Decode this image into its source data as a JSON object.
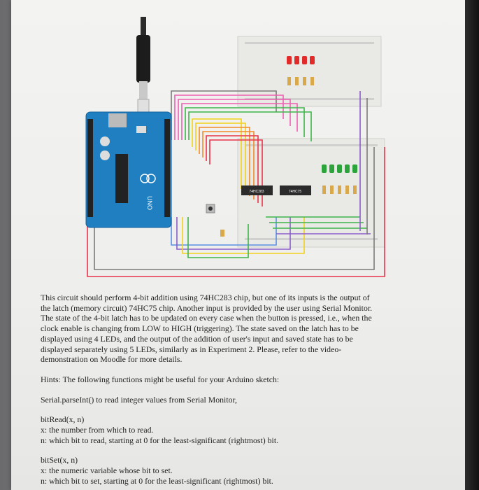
{
  "figure": {
    "chip1_label": "74HC283",
    "chip2_label": "74HC75",
    "board_label": "UNO",
    "colors": {
      "arduino": "#1f7fc1",
      "breadboard": "#e9e9e6",
      "red_wire": "#e8344a",
      "orange_wire": "#f28c28",
      "yellow_wire": "#f3d21c",
      "green_wire": "#3fb54a",
      "pink_wire": "#ee5fb1",
      "purple_wire": "#8a5cc8",
      "blue_wire": "#5a8fe0",
      "gray_wire": "#7a7a7a"
    }
  },
  "text": {
    "paragraph_lines": [
      "This circuit should perform 4-bit addition using 74HC283 chip, but one of its inputs is the output of",
      "the latch (memory circuit) 74HC75 chip. Another input is provided by the user using Serial Monitor.",
      "The state of the 4-bit latch has to be updated on every case when the button is pressed, i.e., when the",
      "clock enable is changing from LOW to HIGH (triggering). The state saved on the latch has to be",
      "displayed using 4 LEDs, and the output of the addition of user's input and saved state has to be",
      "displayed separately using 5 LEDs, similarly as in Experiment 2. Please, refer to the video-",
      "demonstration on Moodle for more details."
    ],
    "hints_title": "Hints: The following functions might be useful for your Arduino sketch:",
    "parseint": "Serial.parseInt() to read integer values from Serial Monitor,",
    "bitread": {
      "signature": "bitRead(x, n)",
      "x_desc": "x: the number from which to read.",
      "n_desc": "n: which bit to read, starting at 0 for the least-significant (rightmost) bit."
    },
    "bitset": {
      "signature": "bitSet(x, n)",
      "x_desc": "x: the numeric variable whose bit to set.",
      "n_desc": "n: which bit to set, starting at 0 for the least-significant (rightmost) bit."
    }
  }
}
